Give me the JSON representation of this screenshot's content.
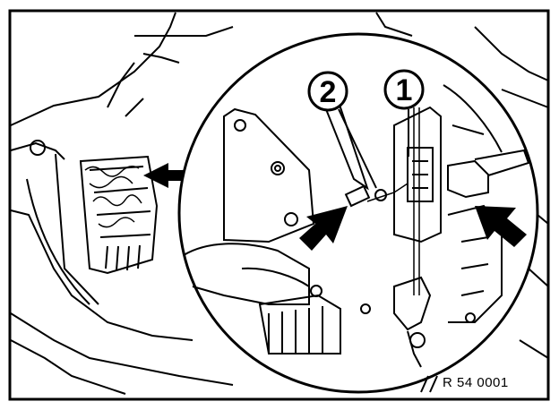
{
  "callouts": [
    {
      "label": "2"
    },
    {
      "label": "1"
    }
  ],
  "reference_code": "R 54 0001"
}
